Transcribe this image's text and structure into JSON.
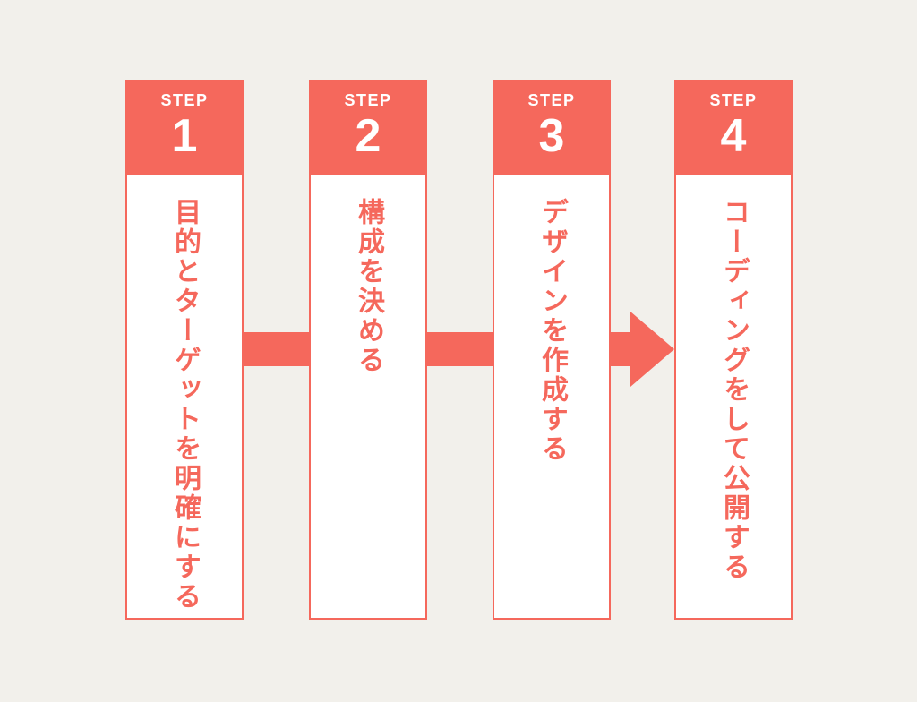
{
  "colors": {
    "accent": "#F5685C",
    "background": "#F2F0EB",
    "panel": "#FFFFFF",
    "header_text": "#FFFFFF"
  },
  "arrow": {
    "direction": "right"
  },
  "steps": [
    {
      "label": "STEP",
      "number": "1",
      "text": "目的とターゲットを明確にする"
    },
    {
      "label": "STEP",
      "number": "2",
      "text": "構成を決める"
    },
    {
      "label": "STEP",
      "number": "3",
      "text": "デザインを作成する"
    },
    {
      "label": "STEP",
      "number": "4",
      "text": "コーディングをして公開する"
    }
  ]
}
